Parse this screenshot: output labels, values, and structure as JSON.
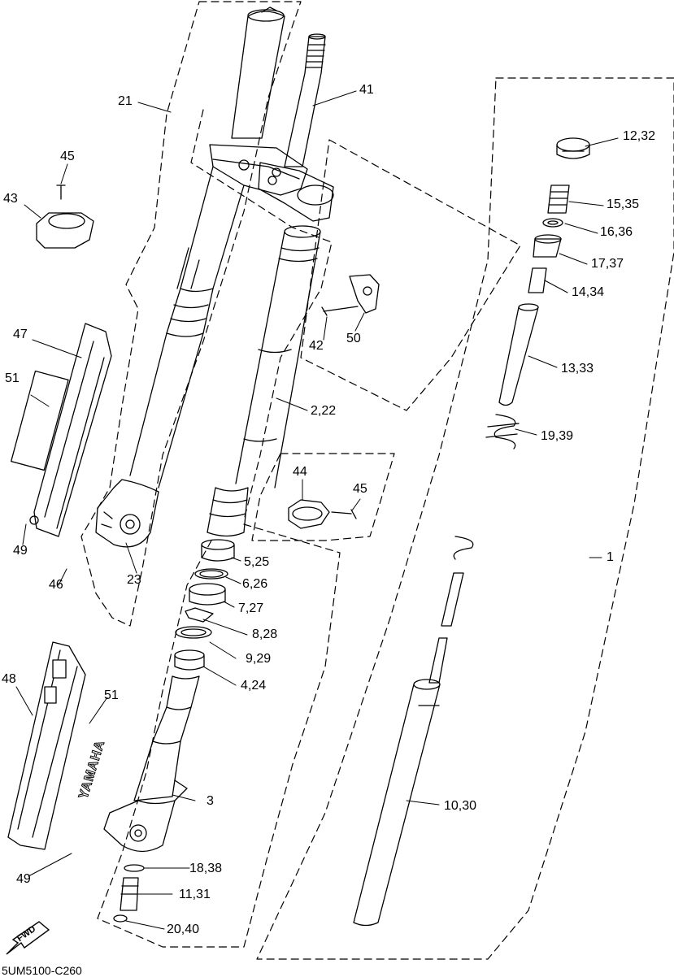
{
  "diagram": {
    "code": "5UM5100-C260",
    "fwd_text": "FWD",
    "brand_text": "YAMAHA",
    "labels": {
      "l1": "1",
      "l2": "2,22",
      "l3": "3",
      "l4": "4,24",
      "l5": "5,25",
      "l6": "6,26",
      "l7": "7,27",
      "l8": "8,28",
      "l9": "9,29",
      "l10": "10,30",
      "l11": "11,31",
      "l12": "12,32",
      "l13": "13,33",
      "l14": "14,34",
      "l15": "15,35",
      "l16": "16,36",
      "l17": "17,37",
      "l18": "18,38",
      "l19": "19,39",
      "l20": "20,40",
      "l21": "21",
      "l23": "23",
      "l41": "41",
      "l42": "42",
      "l43": "43",
      "l44": "44",
      "l45a": "45",
      "l45b": "45",
      "l46": "46",
      "l47": "47",
      "l48": "48",
      "l49a": "49",
      "l49b": "49",
      "l50": "50",
      "l51a": "51",
      "l51b": "51"
    }
  }
}
